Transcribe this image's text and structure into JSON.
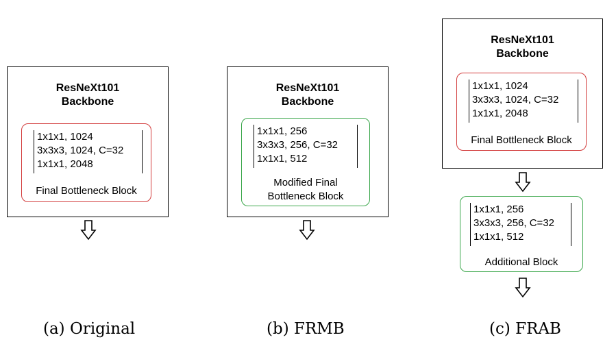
{
  "panel_a": {
    "backbone_title": [
      "ResNeXt101",
      "Backbone"
    ],
    "block_lines": [
      "1x1x1, 1024",
      "3x3x3, 1024, C=32",
      "1x1x1, 2048"
    ],
    "block_label": [
      "Final Bottleneck Block"
    ],
    "caption": "(a) Original"
  },
  "panel_b": {
    "backbone_title": [
      "ResNeXt101",
      "Backbone"
    ],
    "block_lines": [
      "1x1x1, 256",
      "3x3x3, 256, C=32",
      "1x1x1, 512"
    ],
    "block_label": [
      "Modified Final",
      "Bottleneck Block"
    ],
    "caption": "(b) FRMB"
  },
  "panel_c": {
    "backbone_title": [
      "ResNeXt101",
      "Backbone"
    ],
    "block_lines": [
      "1x1x1, 1024",
      "3x3x3, 1024, C=32",
      "1x1x1, 2048"
    ],
    "block_label": [
      "Final Bottleneck Block"
    ],
    "additional_lines": [
      "1x1x1, 256",
      "3x3x3, 256, C=32",
      "1x1x1, 512"
    ],
    "additional_label": [
      "Additional Block"
    ],
    "caption": "(c) FRAB"
  },
  "colors": {
    "original_block_border": "#d23a3a",
    "modified_block_border": "#3aa64a"
  },
  "icons": [
    "down-arrow-icon"
  ]
}
